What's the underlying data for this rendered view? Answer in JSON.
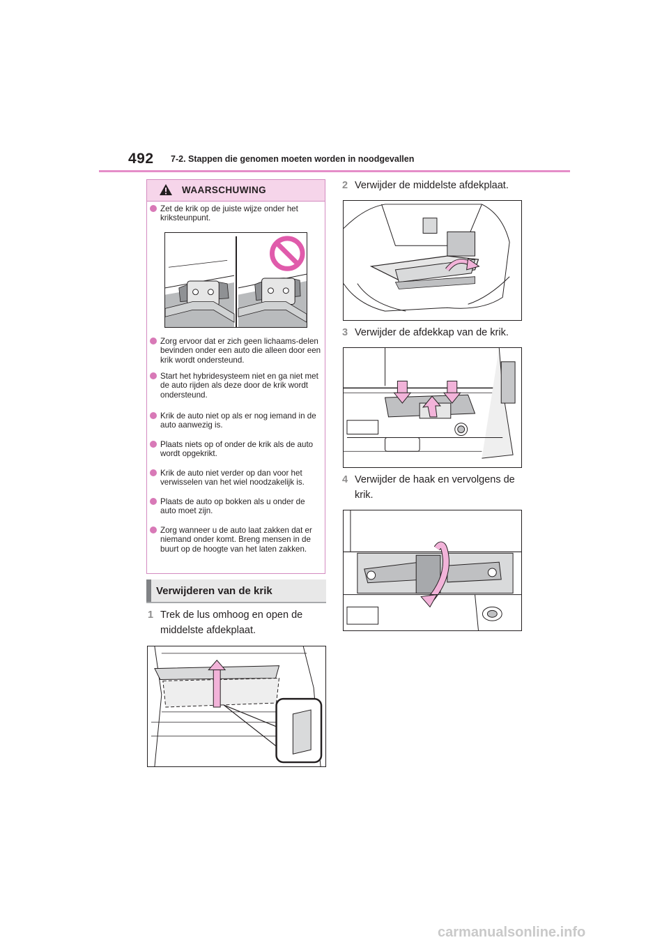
{
  "header": {
    "page_number": "492",
    "section_title": "7-2. Stappen die genomen moeten worden in noodgevallen"
  },
  "warning": {
    "title": "WAARSCHUWING",
    "items": [
      "Zet de krik op de juiste wijze onder het kriksteunpunt.",
      "Zorg ervoor dat er zich geen lichaams-delen bevinden onder een auto die alleen door een krik wordt ondersteund.",
      "Start het hybridesysteem niet en ga niet met de auto rijden als deze door de krik wordt ondersteund.",
      "Krik de auto niet op als er nog iemand in de auto aanwezig is.",
      "Plaats niets op of onder de krik als de auto wordt opgekrikt.",
      "Krik de auto niet verder op dan voor het verwisselen van het wiel noodzakelijk is.",
      "Plaats de auto op bokken als u onder de auto moet zijn.",
      "Zorg wanneer u de auto laat zakken dat er niemand onder komt. Breng mensen in de buurt op de hoogte van het laten zakken."
    ]
  },
  "subheading": "Verwijderen van de krik",
  "steps": [
    {
      "num": "1",
      "text_line1": "Trek de lus omhoog en open de",
      "text_line2": "middelste afdekplaat."
    },
    {
      "num": "2",
      "text_line1": "Verwijder de middelste afdekplaat.",
      "text_line2": ""
    },
    {
      "num": "3",
      "text_line1": "Verwijder de afdekkap van de krik.",
      "text_line2": ""
    },
    {
      "num": "4",
      "text_line1": "Verwijder de haak en vervolgens de",
      "text_line2": "krik."
    }
  ],
  "watermark": "carmanualsonline.info",
  "colors": {
    "accent": "#e58dc8",
    "warning_head": "#f6d5ea",
    "bullet": "#d879b7",
    "arrow_fill": "#f2b3d9"
  }
}
